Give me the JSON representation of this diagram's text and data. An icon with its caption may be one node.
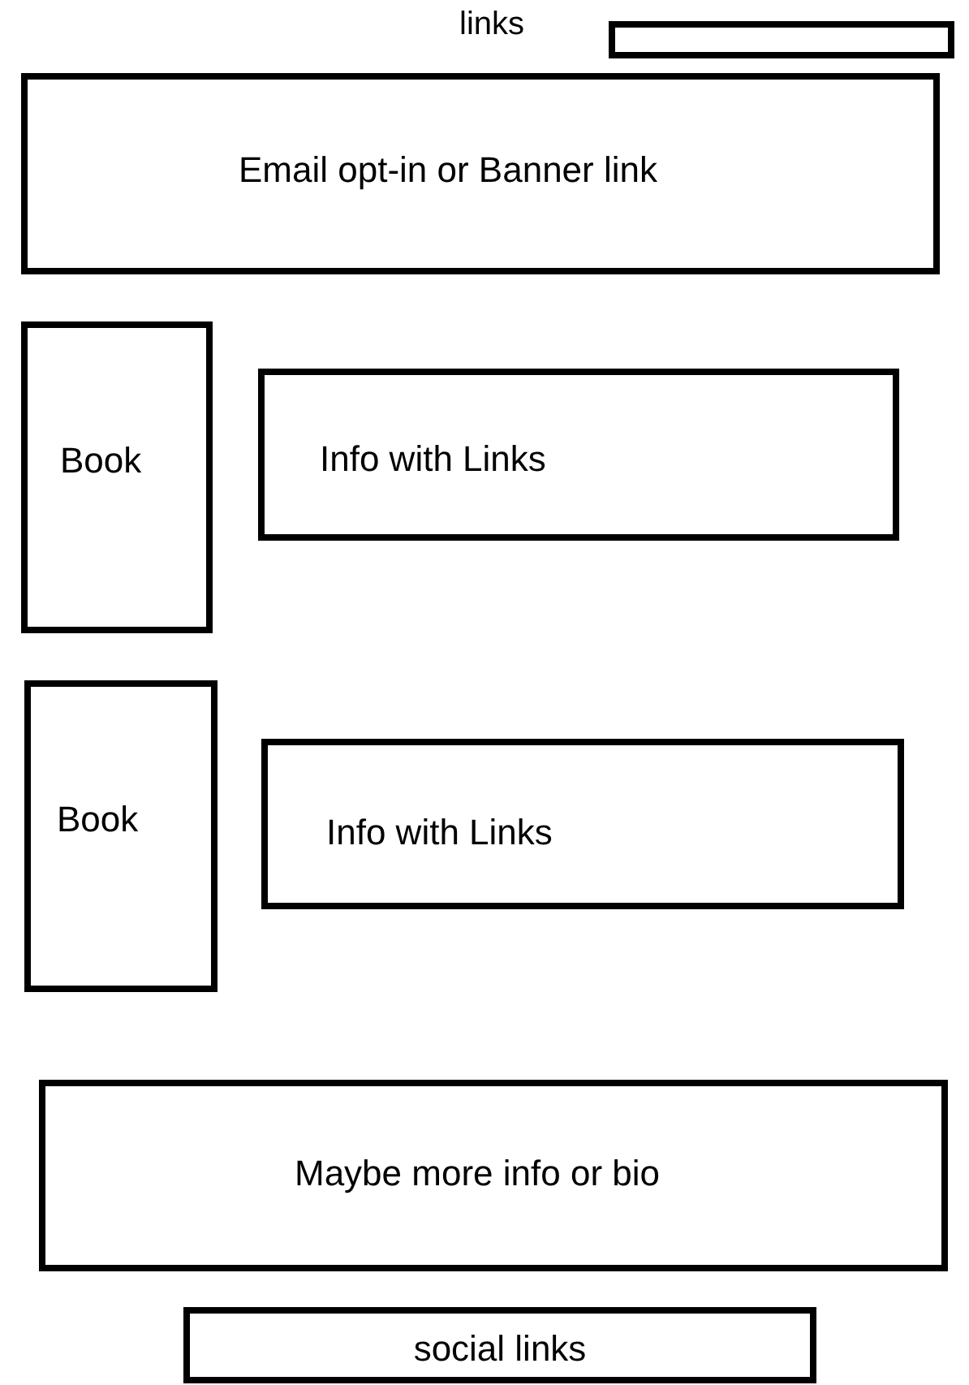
{
  "diagram": {
    "nodes": [
      {
        "text": [],
        "shape": "box"
      },
      {
        "text": [
          "Email opt-in or Banner link"
        ]
      },
      {
        "text": [
          "Book"
        ]
      },
      {
        "text": [
          "Info with Links"
        ]
      },
      {
        "text": [
          "Book"
        ]
      },
      {
        "text": [
          "Info with Links"
        ]
      },
      {
        "text": [
          "Maybe more info or bio"
        ]
      },
      {
        "text": [
          "social links"
        ]
      }
    ],
    "labels": [
      "links"
    ]
  }
}
